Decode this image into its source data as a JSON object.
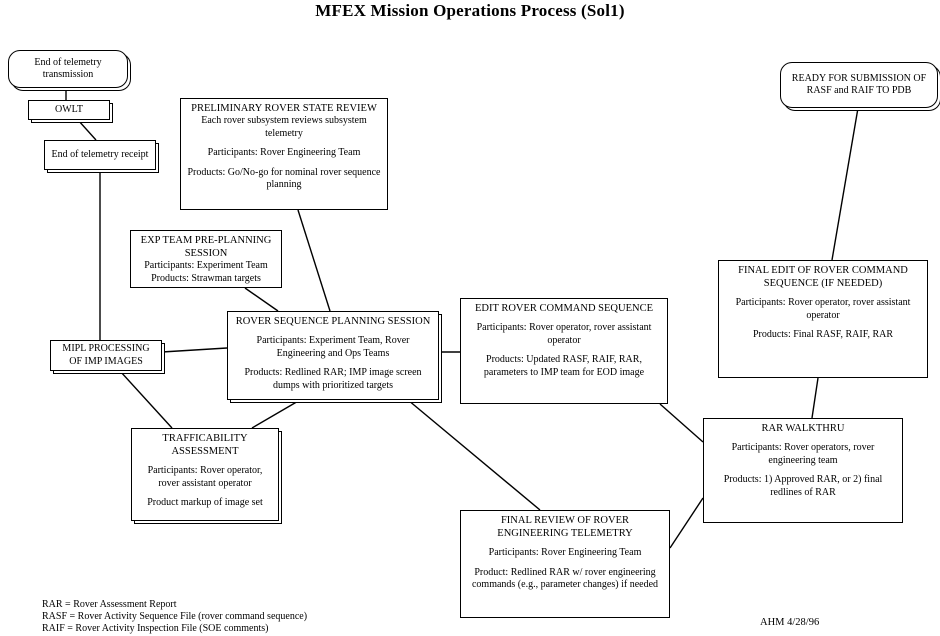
{
  "title": "MFEX Mission Operations Process (Sol1)",
  "nodes": {
    "end_transmission": {
      "label": "End of telemetry transmission"
    },
    "owlt": {
      "label": "OWLT"
    },
    "end_receipt": {
      "label": "End of telemetry receipt"
    },
    "prelim_review": {
      "title": "PRELIMINARY ROVER STATE REVIEW",
      "desc": "Each rover subsystem reviews subsystem telemetry",
      "participants": "Participants:  Rover Engineering Team",
      "products": "Products: Go/No-go for nominal rover sequence planning"
    },
    "exp_preplanning": {
      "title": "EXP TEAM PRE-PLANNING SESSION",
      "participants": "Participants: Experiment Team",
      "products": "Products: Strawman targets"
    },
    "mipl": {
      "label": "MIPL PROCESSING OF IMP IMAGES"
    },
    "rover_seq_planning": {
      "title": "ROVER SEQUENCE PLANNING SESSION",
      "participants": "Participants: Experiment Team, Rover Engineering and Ops Teams",
      "products": "Products: Redlined RAR; IMP image screen dumps with prioritized targets"
    },
    "edit_sequence": {
      "title": "EDIT ROVER COMMAND SEQUENCE",
      "participants": "Participants:  Rover operator, rover assistant operator",
      "products": "Products: Updated RASF, RAIF, RAR, parameters to IMP team for EOD image"
    },
    "trafficability": {
      "title": "TRAFFICABILITY ASSESSMENT",
      "participants": "Participants: Rover operator, rover assistant operator",
      "products": "Product markup of image set"
    },
    "final_review": {
      "title": "FINAL REVIEW OF ROVER ENGINEERING TELEMETRY",
      "participants": "Participants:  Rover Engineering Team",
      "products": "Product: Redlined RAR w/ rover engineering commands (e.g., parameter changes) if needed"
    },
    "rar_walkthru": {
      "title": "RAR WALKTHRU",
      "participants": "Participants: Rover operators, rover engineering team",
      "products": "Products: 1) Approved RAR, or 2) final redlines of RAR"
    },
    "final_edit": {
      "title": "FINAL EDIT OF ROVER COMMAND SEQUENCE (IF NEEDED)",
      "participants": "Participants:  Rover operator, rover assistant operator",
      "products": "Products:  Final RASF, RAIF, RAR"
    },
    "ready_submission": {
      "label": "READY FOR SUBMISSION OF RASF and RAIF TO PDB"
    }
  },
  "legend": [
    "RAR = Rover  Assessment Report",
    "RASF = Rover  Activity Sequence File (rover command sequence)",
    "RAIF = Rover  Activity Inspection File (SOE comments)"
  ],
  "footnote": "AHM 4/28/96"
}
